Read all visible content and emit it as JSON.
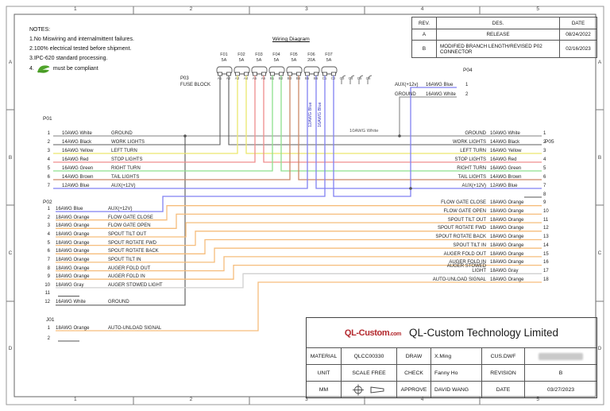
{
  "zones": {
    "cols": [
      "1",
      "2",
      "3",
      "4",
      "5"
    ],
    "rows": [
      "A",
      "B",
      "C",
      "D"
    ]
  },
  "notes": {
    "title": "NOTES:",
    "items": [
      "1.No Miswiring and internalmittent failures.",
      "2.100% electrical tested before shipment.",
      "3.IPC-620 standard processing."
    ],
    "note4_prefix": "4.",
    "note4_suffix": "must be compliant"
  },
  "diagram_title": "Wiring Diagram",
  "rev_table": {
    "headers": [
      "REV.",
      "DES.",
      "DATE"
    ],
    "rows": [
      {
        "rev": "A",
        "des": "RELEASE",
        "date": "08/24/2022"
      },
      {
        "rev": "B",
        "des": "MODIFIED BRANCH LENGTH/REVISED P02 CONNECTOR",
        "date": "02/16/2023"
      }
    ]
  },
  "fuse_block": {
    "label1": "P03",
    "label2": "FUSE BLOCK",
    "fuses": [
      {
        "name": "F01",
        "rating": "5A"
      },
      {
        "name": "F02",
        "rating": "5A"
      },
      {
        "name": "F03",
        "rating": "5A"
      },
      {
        "name": "F04",
        "rating": "5A"
      },
      {
        "name": "F05",
        "rating": "5A"
      },
      {
        "name": "F06",
        "rating": "20A"
      },
      {
        "name": "F07",
        "rating": "5A"
      }
    ],
    "terminals": [
      "A1",
      "A2",
      "A3",
      "A4",
      "A5",
      "A6",
      "B1",
      "B2",
      "B3",
      "B4",
      "B5",
      "B6",
      "C1",
      "C2",
      "C3",
      "C4",
      "C5",
      "C6"
    ]
  },
  "vertical_labels": [
    "12AWG Blue",
    "16AWG Blue"
  ],
  "mid_ground_label": "10AWG White",
  "wire_colors": {
    "white": "#9a9a9a",
    "black": "#5c5c5c",
    "yellow": "#ece86e",
    "red": "#ef8d8d",
    "green": "#8de08d",
    "brown": "#cc8866",
    "blue": "#8181f2",
    "orange": "#f6bd7c",
    "gray": "#d0d0d0"
  },
  "connectors": {
    "p01": {
      "name": "P01",
      "pins": [
        {
          "n": "1",
          "awg": "10AWG White",
          "sig": "GROUND"
        },
        {
          "n": "2",
          "awg": "14AWG Black",
          "sig": "WORK LIGHTS"
        },
        {
          "n": "3",
          "awg": "16AWG Yellow",
          "sig": "LEFT TURN"
        },
        {
          "n": "4",
          "awg": "16AWG Red",
          "sig": "STOP LIGHTS"
        },
        {
          "n": "5",
          "awg": "16AWG Green",
          "sig": "RIGHT TURN"
        },
        {
          "n": "6",
          "awg": "14AWG Brown",
          "sig": "TAIL LIGHTS"
        },
        {
          "n": "7",
          "awg": "12AWG Blue",
          "sig": "AUX(+12V)"
        }
      ]
    },
    "p02": {
      "name": "P02",
      "pins": [
        {
          "n": "1",
          "awg": "16AWG Blue",
          "sig": "AUX(+12V)"
        },
        {
          "n": "2",
          "awg": "18AWG Orange",
          "sig": "FLOW GATE CLOSE"
        },
        {
          "n": "3",
          "awg": "18AWG Orange",
          "sig": "FLOW GATE OPEN"
        },
        {
          "n": "4",
          "awg": "18AWG Orange",
          "sig": "SPOUT TILT OUT"
        },
        {
          "n": "5",
          "awg": "18AWG Orange",
          "sig": "SPOUT ROTATE FWD"
        },
        {
          "n": "6",
          "awg": "18AWG Orange",
          "sig": "SPOUT ROTATE BACK"
        },
        {
          "n": "7",
          "awg": "18AWG Orange",
          "sig": "SPOUT TILT IN"
        },
        {
          "n": "8",
          "awg": "18AWG Orange",
          "sig": "AUGER FOLD OUT"
        },
        {
          "n": "9",
          "awg": "18AWG Orange",
          "sig": "AUGER FOLD IN"
        },
        {
          "n": "10",
          "awg": "18AWG Gray",
          "sig": "AUGER STOWED LIGHT"
        },
        {
          "n": "11",
          "awg": "",
          "sig": ""
        },
        {
          "n": "12",
          "awg": "16AWG White",
          "sig": "GROUND"
        }
      ]
    },
    "j01": {
      "name": "J01",
      "pins": [
        {
          "n": "1",
          "awg": "18AWG Orange",
          "sig": "AUTO-UNLOAD SIGNAL"
        },
        {
          "n": "2",
          "awg": "",
          "sig": ""
        }
      ]
    },
    "p04": {
      "name": "P04",
      "pins": [
        {
          "n": "1",
          "sig": "AUX(+12v)",
          "awg": "16AWG Blue"
        },
        {
          "n": "2",
          "sig": "GROUND",
          "awg": "16AWG White"
        }
      ]
    },
    "p05": {
      "name": "P05",
      "pins": [
        {
          "n": "1",
          "sig": "GROUND",
          "awg": "10AWG White"
        },
        {
          "n": "2",
          "sig": "WORK LIGHTS",
          "awg": "14AWG Black"
        },
        {
          "n": "3",
          "sig": "LEFT TURN",
          "awg": "16AWG Yellow"
        },
        {
          "n": "4",
          "sig": "STOP LIGHTS",
          "awg": "16AWG Red"
        },
        {
          "n": "5",
          "sig": "RIGHT TURN",
          "awg": "16AWG Green"
        },
        {
          "n": "6",
          "sig": "TAIL LIGHTS",
          "awg": "14AWG Brown"
        },
        {
          "n": "7",
          "sig": "AUX(+12V)",
          "awg": "12AWG Blue"
        },
        {
          "n": "8",
          "sig": "",
          "awg": ""
        },
        {
          "n": "9",
          "sig": "FLOW GATE CLOSE",
          "awg": "18AWG Orange"
        },
        {
          "n": "10",
          "sig": "FLOW GATE OPEN",
          "awg": "18AWG Orange"
        },
        {
          "n": "11",
          "sig": "SPOUT TILT OUT",
          "awg": "18AWG Orange"
        },
        {
          "n": "12",
          "sig": "SPOUT ROTATE FWD",
          "awg": "18AWG Orange"
        },
        {
          "n": "13",
          "sig": "SPOUT ROTATE BACK",
          "awg": "18AWG Orange"
        },
        {
          "n": "14",
          "sig": "SPOUT TILT IN",
          "awg": "18AWG Orange"
        },
        {
          "n": "15",
          "sig": "AUGER FOLD OUT",
          "awg": "18AWG Orange"
        },
        {
          "n": "16",
          "sig": "AUGER FOLD IN",
          "awg": "18AWG Orange"
        },
        {
          "n": "17",
          "sig": "AUGER STOWED LIGHT",
          "awg": "18AWG Gray"
        },
        {
          "n": "18",
          "sig": "AUTO-UNLOAD SIGNAL",
          "awg": "18AWG Orange"
        }
      ]
    }
  },
  "title_block": {
    "logo": "QL-Custom",
    "logo_tld": ".com",
    "company": "QL-Custom Technology Limited",
    "material_label": "MATERIAL",
    "material": "QLCC00330",
    "draw_label": "DRAW",
    "draw": "X.Ming",
    "cus_label": "CUS.DWF",
    "unit_label": "UNIT",
    "scale": "SCALE  FREE",
    "check_label": "CHECK",
    "check": "Fanny Ho",
    "revision_label": "REVISION",
    "revision": "B",
    "unit_value": "MM",
    "approve_label": "APPROVE",
    "approve": "DAVID WANG",
    "date_label": "DATE",
    "date": "03/27/2023"
  }
}
